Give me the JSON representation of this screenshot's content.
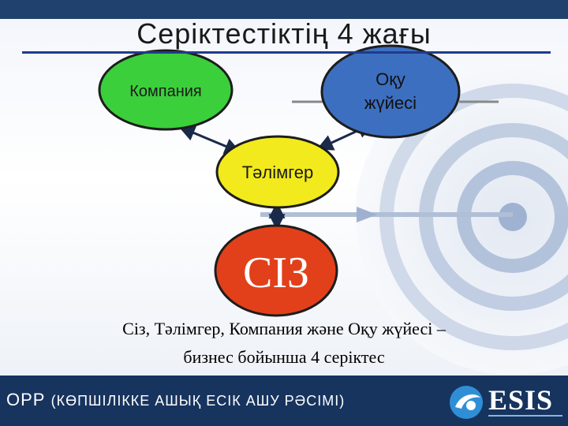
{
  "title": "Серіктестіктің 4 жағы",
  "nodes": {
    "company": "Компания",
    "learning_system_line1": "Оқу",
    "learning_system_line2": "жүйесі",
    "mentor": "Тәлімгер",
    "you": "СІЗ"
  },
  "caption": {
    "line1": "Сіз, Тәлімгер, Компания және Оқу жүйесі –",
    "line2": "бизнес бойынша 4 серіктес"
  },
  "footer": {
    "main": "ОРР",
    "paren": "(КӨПШІЛІККЕ АШЫҚ ЕСІК АШУ РӘСІМІ)"
  },
  "logo": {
    "text": "ESIS"
  },
  "colors": {
    "company": "#3ccf3c",
    "learning_system": "#3d6fc0",
    "mentor": "#f2ea1c",
    "you": "#e2401a",
    "footer": "#17345f",
    "title_rule": "#1f3b8a"
  }
}
